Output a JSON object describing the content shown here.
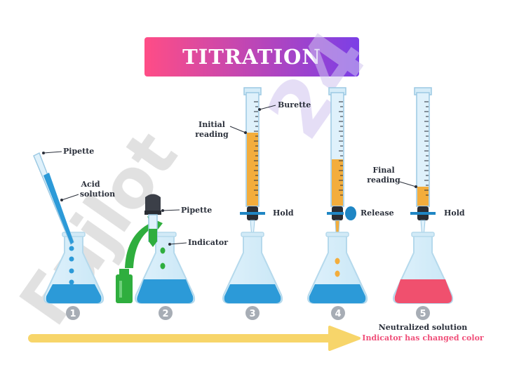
{
  "title": "TITRATION",
  "watermark": {
    "text": "Fujlot",
    "number": "24"
  },
  "labels": {
    "pipette_1": "Pipette",
    "acid_solution_line1": "Acid",
    "acid_solution_line2": "solution",
    "pipette_2": "Pipette",
    "indicator": "Indicator",
    "burette": "Burette",
    "initial_reading_line1": "Initial",
    "initial_reading_line2": "reading",
    "hold_3": "Hold",
    "release": "Release",
    "final_reading_line1": "Final",
    "final_reading_line2": "reading",
    "hold_5": "Hold"
  },
  "steps": [
    "1",
    "2",
    "3",
    "4",
    "5"
  ],
  "result": {
    "line1": "Neutralized solution",
    "line2": "Indicator has changed color"
  },
  "colors": {
    "title_gradient_start": "#ff4d86",
    "title_gradient_end": "#7b3fe6",
    "acid_blue": "#2c9ad8",
    "titrant_orange": "#f3ad3c",
    "neutral_pink": "#f0506e",
    "indicator_green": "#2fae3e",
    "arrow_yellow": "#f7d56a",
    "result_pink": "#f0507a",
    "valve_blue": "#1f86c4"
  }
}
